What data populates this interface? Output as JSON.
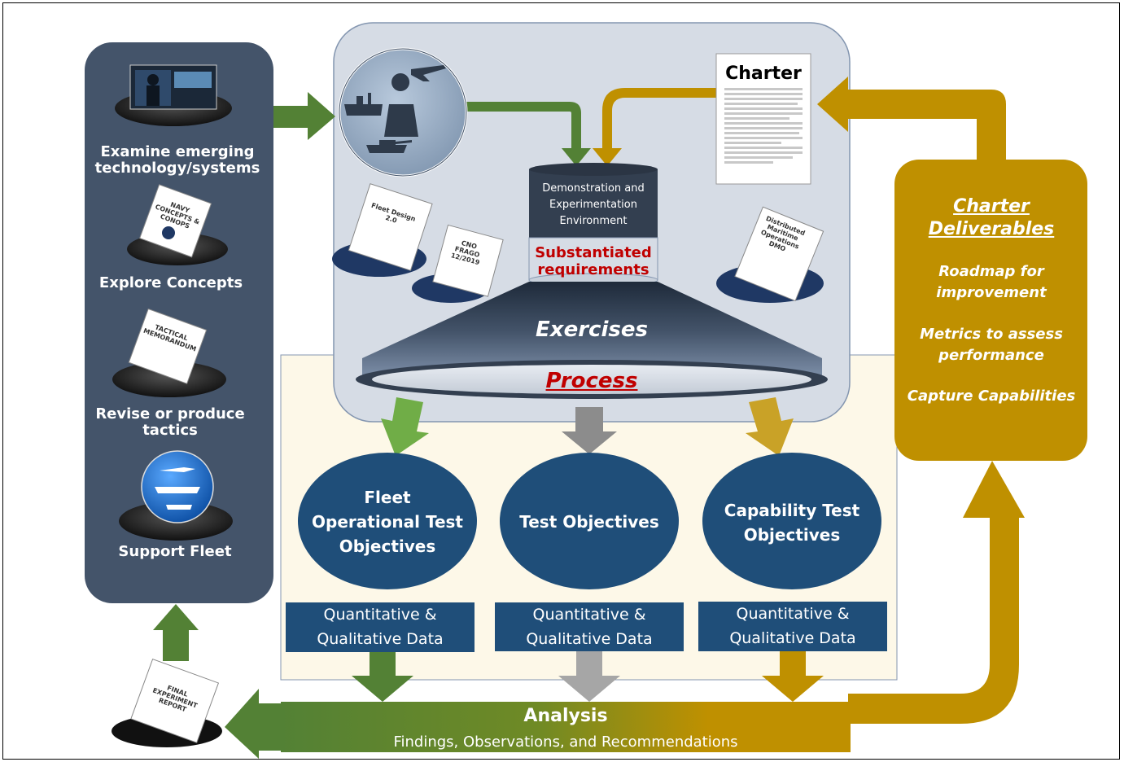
{
  "left_panel": {
    "examine_label": "Examine emerging technology/systems",
    "explore_label": "Explore Concepts",
    "revise_label": "Revise or produce tactics",
    "support_label": "Support Fleet",
    "concepts_doc_text": "NAVY CONCEPTS & CONOPS",
    "tactical_doc_text": "TACTICAL MEMORANDUM"
  },
  "center": {
    "charter_title": "Charter",
    "fleet_design_doc": "Fleet Design 2.0",
    "cno_frago_doc": "CNO FRAGO 12/2019",
    "dmo_doc": "Distributed Maritime Operations DMO",
    "environment_label": "Demonstration and Experimentation Environment",
    "requirements_label": "Substantiated requirements",
    "exercises_label": "Exercises",
    "process_label": "Process"
  },
  "objectives": [
    {
      "title": "Fleet Operational Test Objectives",
      "data": "Quantitative & Qualitative Data"
    },
    {
      "title": "Test Objectives",
      "data": "Quantitative & Qualitative Data"
    },
    {
      "title": "Capability Test Objectives",
      "data": "Quantitative & Qualitative Data"
    }
  ],
  "deliverables": {
    "title": "Charter Deliverables",
    "item1": "Roadmap for improvement",
    "item2": "Metrics to assess performance",
    "item3": "Capture Capabilities"
  },
  "analysis": {
    "title": "Analysis",
    "subtitle": "Findings, Observations, and Recommendations"
  },
  "final_report_doc": "FINAL EXPERIMENT REPORT",
  "colors": {
    "navy_panel": "#44546a",
    "objective_blue": "#1f4e79",
    "green": "#538135",
    "gold": "#bf9000",
    "gray": "#999999",
    "process_red": "#c00000",
    "cream": "#fdf8e8",
    "center_panel": "#d6dce5"
  }
}
